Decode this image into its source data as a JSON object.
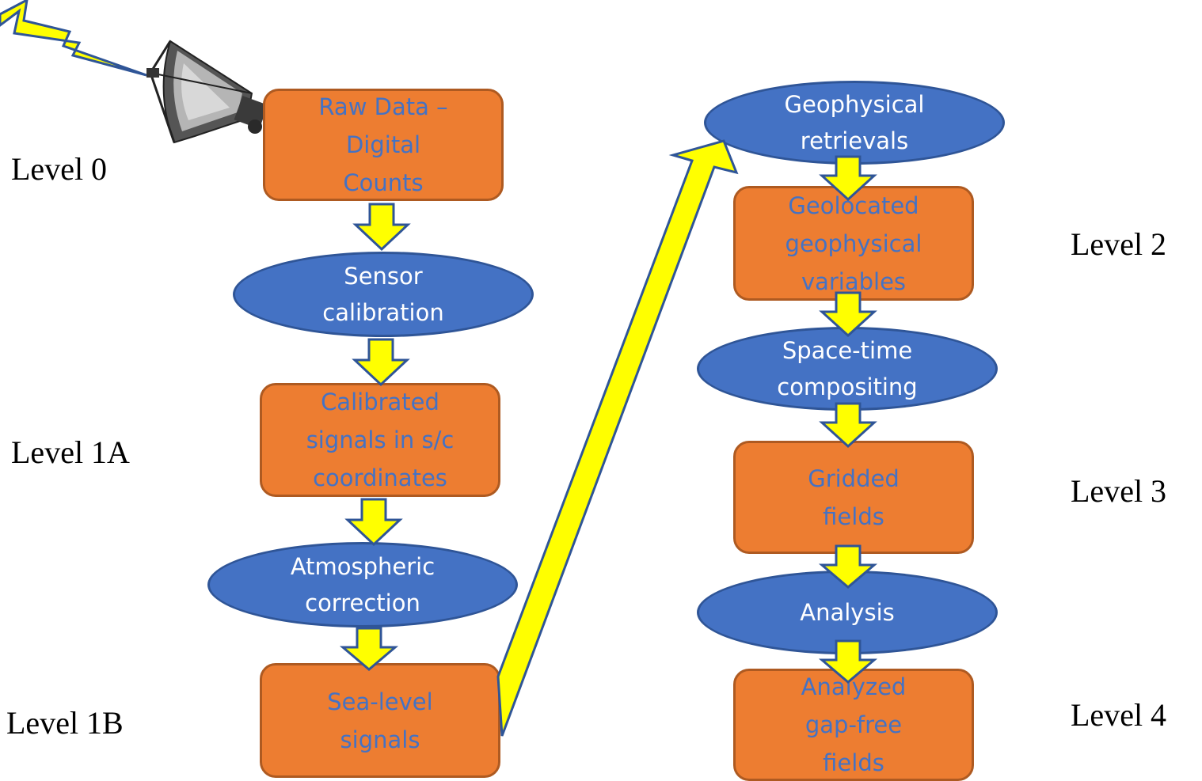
{
  "levels": {
    "l0": "Level 0",
    "l1a": "Level 1A",
    "l1b": "Level 1B",
    "l2": "Level 2",
    "l3": "Level 3",
    "l4": "Level 4"
  },
  "left_column": {
    "raw_data": "Raw Data –\nDigital\nCounts",
    "sensor_calibration": "Sensor\ncalibration",
    "calibrated_signals": "Calibrated\nsignals in s/c\ncoordinates",
    "atmospheric_correction": "Atmospheric\ncorrection",
    "sea_level_signals": "Sea-level\nsignals"
  },
  "right_column": {
    "geophysical_retrievals": "Geophysical\nretrievals",
    "geolocated_variables": "Geolocated\ngeophysical\nvariables",
    "space_time_compositing": "Space-time\ncompositing",
    "gridded_fields": "Gridded\nfields",
    "analysis": "Analysis",
    "analyzed_fields": "Analyzed\ngap-free\nfields"
  },
  "colors": {
    "box_fill": "#ed7d31",
    "box_text": "#4472c4",
    "oval_fill": "#4472c4",
    "oval_text": "#ffffff",
    "arrow_fill": "#ffff00",
    "arrow_stroke": "#2f5597"
  },
  "icons": {
    "antenna": "satellite-dish-icon",
    "signal": "lightning-bolt-icon"
  }
}
